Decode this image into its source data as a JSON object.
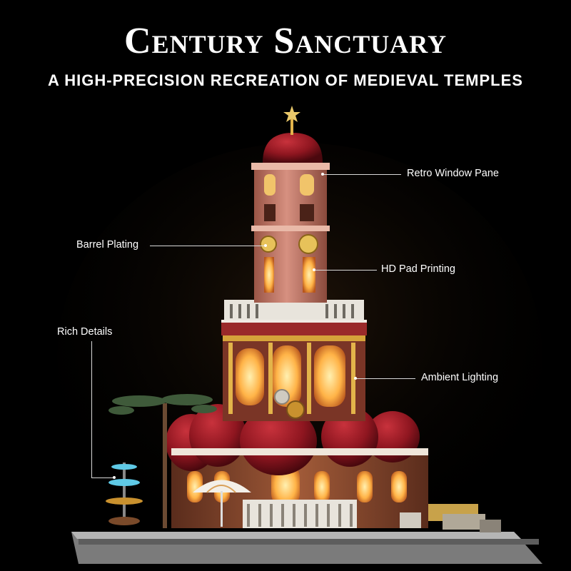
{
  "header": {
    "title": "Century Sanctuary",
    "subtitle": "A HIGH-PRECISION RECREATION OF MEDIEVAL TEMPLES"
  },
  "callouts": {
    "retro_window_pane": "Retro Window Pane",
    "barrel_plating": "Barrel Plating",
    "hd_pad_printing": "HD Pad Printing",
    "rich_details": "Rich Details",
    "ambient_lighting": "Ambient Lighting"
  },
  "colors": {
    "background": "#000000",
    "dome_red": "#8f1620",
    "tower_pink": "#c97a68",
    "brick": "#8a4a30",
    "gold": "#d6a33a",
    "warm_light": "#ffb347",
    "leader_line": "#d9d9d9"
  }
}
